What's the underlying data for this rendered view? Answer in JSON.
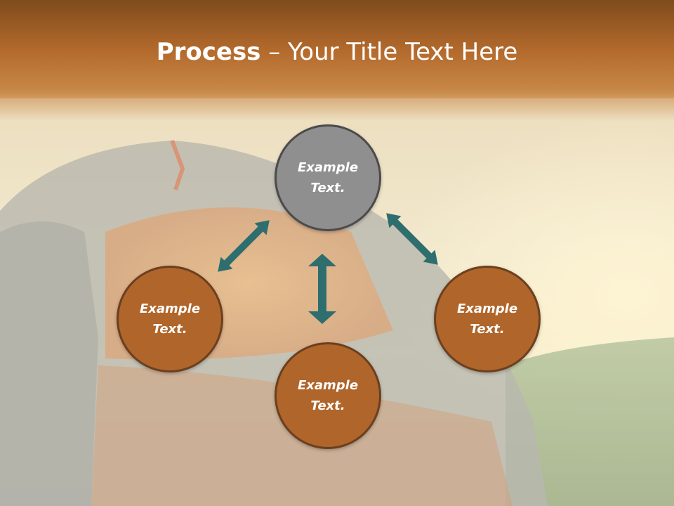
{
  "title": {
    "strong": "Process",
    "rest": " – Your Title Text Here"
  },
  "colors": {
    "accent_brown": "#b0652a",
    "node_border": "#6b3f1f",
    "center_gray": "#8f8f8f",
    "arrow_teal": "#2e6e6e"
  },
  "nodes": {
    "top": {
      "line1": "Example",
      "line2": "Text."
    },
    "left": {
      "line1": "Example",
      "line2": "Text."
    },
    "right": {
      "line1": "Example",
      "line2": "Text."
    },
    "bottom": {
      "line1": "Example",
      "line2": "Text."
    }
  },
  "icons": {
    "arrow": "double-headed-arrow-icon"
  }
}
